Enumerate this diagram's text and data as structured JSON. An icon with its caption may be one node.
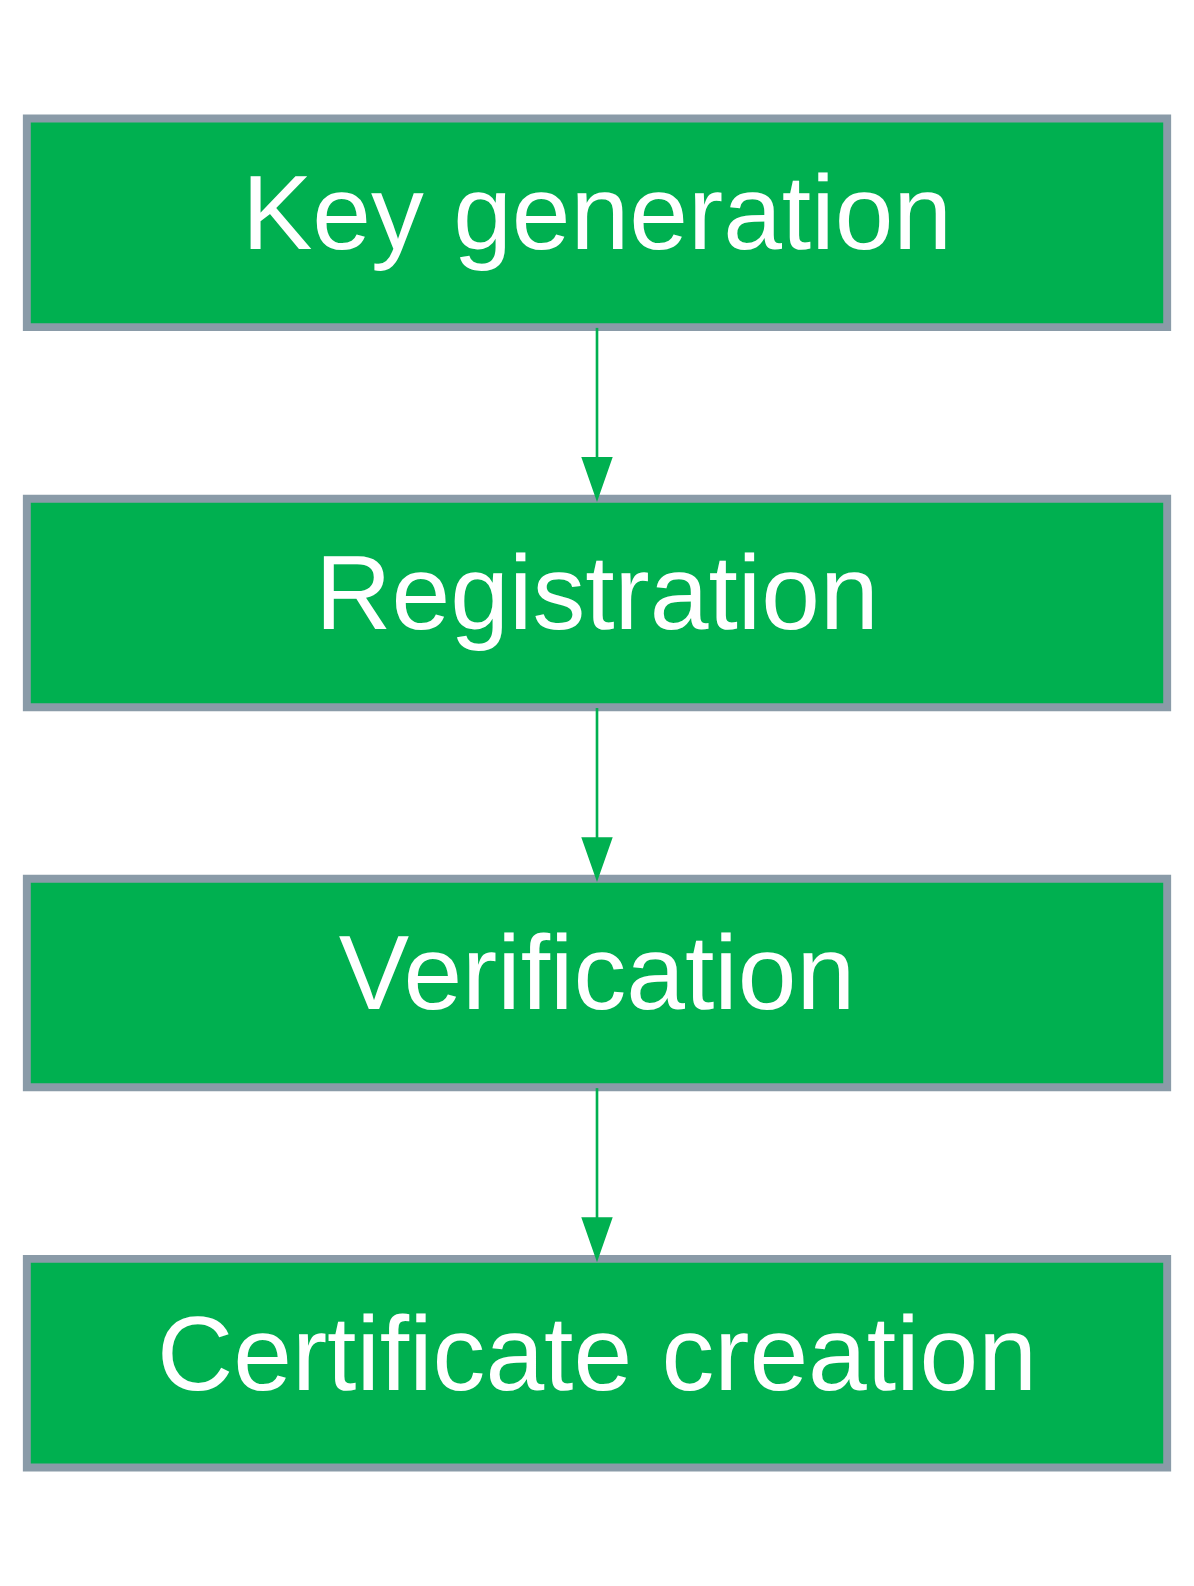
{
  "diagram": {
    "nodes": [
      {
        "text": [
          "Key generation"
        ]
      },
      {
        "text": [
          "Registration"
        ]
      },
      {
        "text": [
          "Verification"
        ]
      },
      {
        "text": [
          "Certificate creation"
        ]
      }
    ],
    "edges": [
      {
        "from": 0,
        "to": 1,
        "arrow": "to"
      },
      {
        "from": 1,
        "to": 2,
        "arrow": "to"
      },
      {
        "from": 2,
        "to": 3,
        "arrow": "to"
      }
    ]
  }
}
